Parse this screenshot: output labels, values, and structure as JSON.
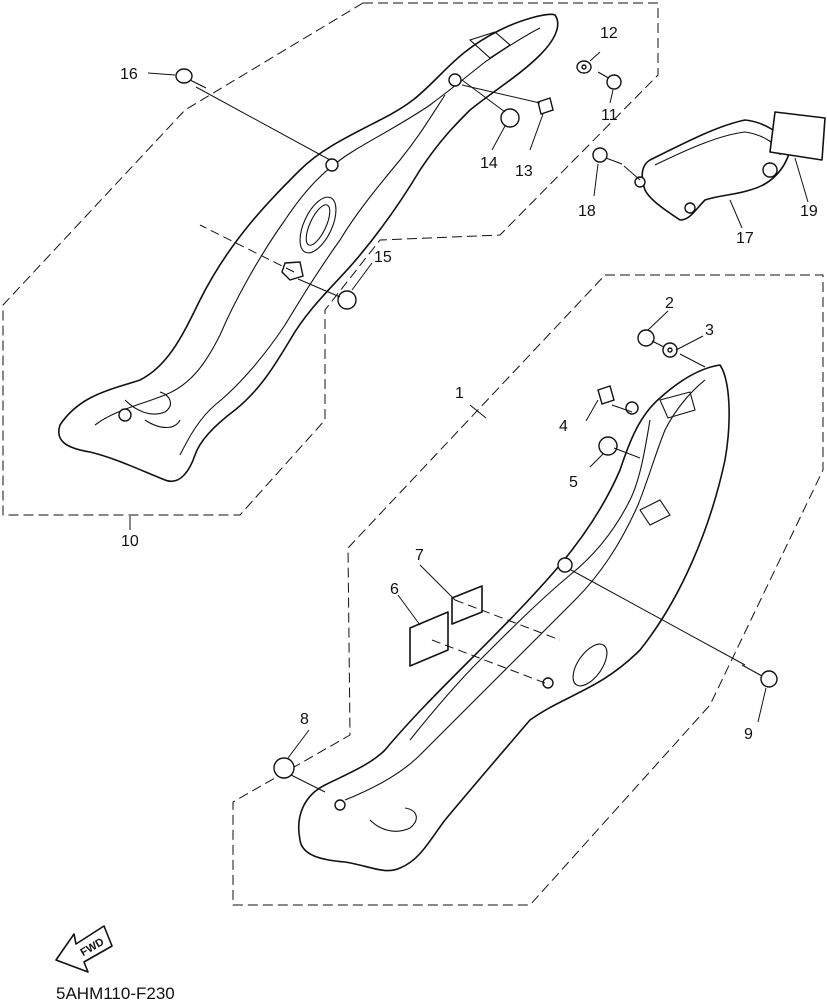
{
  "diagram": {
    "part_numbers": [
      "1",
      "2",
      "3",
      "4",
      "5",
      "6",
      "7",
      "8",
      "9",
      "10",
      "11",
      "12",
      "13",
      "14",
      "15",
      "16",
      "17",
      "18",
      "19"
    ],
    "direction_label": "FWD",
    "drawing_code": "5AHM110-F230"
  }
}
